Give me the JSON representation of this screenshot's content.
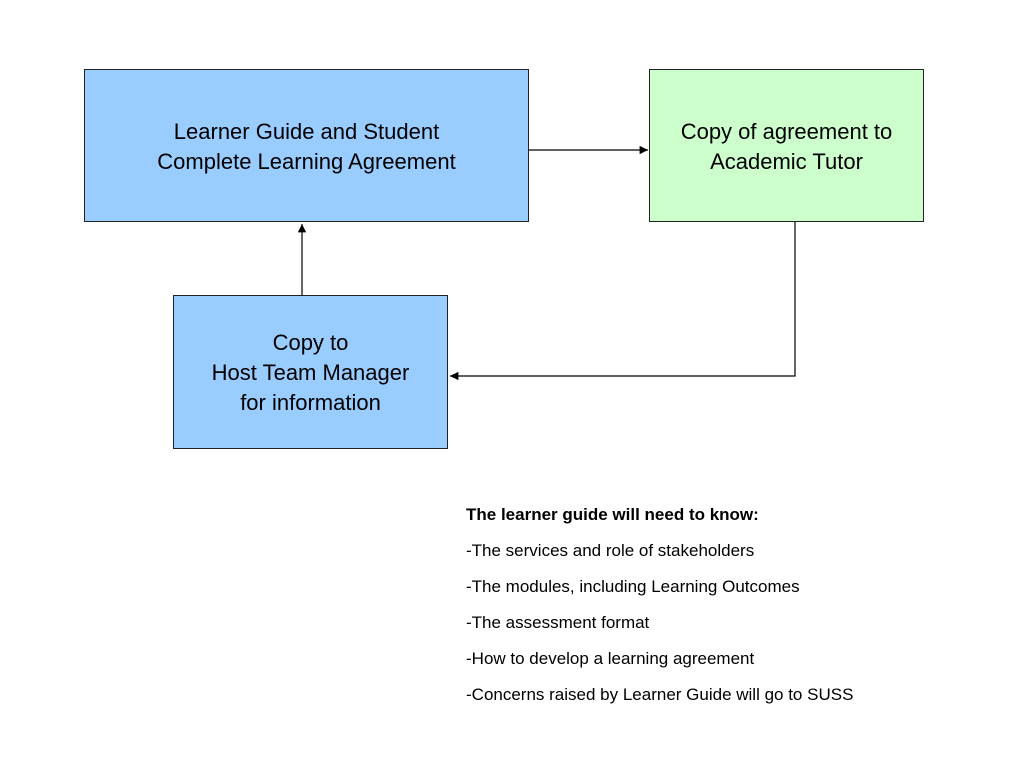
{
  "colors": {
    "box_blue": "#99ccff",
    "box_green": "#ccffcc",
    "connector": "#000000"
  },
  "boxes": {
    "agreement": {
      "lines": [
        "Learner Guide and Student",
        "Complete Learning Agreement"
      ]
    },
    "tutor": {
      "lines": [
        "Copy of agreement to",
        "Academic Tutor"
      ]
    },
    "manager": {
      "lines": [
        "Copy to",
        "Host Team Manager",
        "for information"
      ]
    }
  },
  "connectors": [
    {
      "from": "agreement",
      "to": "tutor"
    },
    {
      "from": "tutor",
      "to": "manager"
    },
    {
      "from": "manager",
      "to": "agreement"
    }
  ],
  "notes": {
    "heading": "The learner guide will need to know:",
    "items": [
      "-The services and role of stakeholders",
      "-The modules, including Learning Outcomes",
      "-The assessment format",
      "-How to develop a learning agreement",
      "-Concerns raised by Learner Guide will go to SUSS"
    ]
  }
}
